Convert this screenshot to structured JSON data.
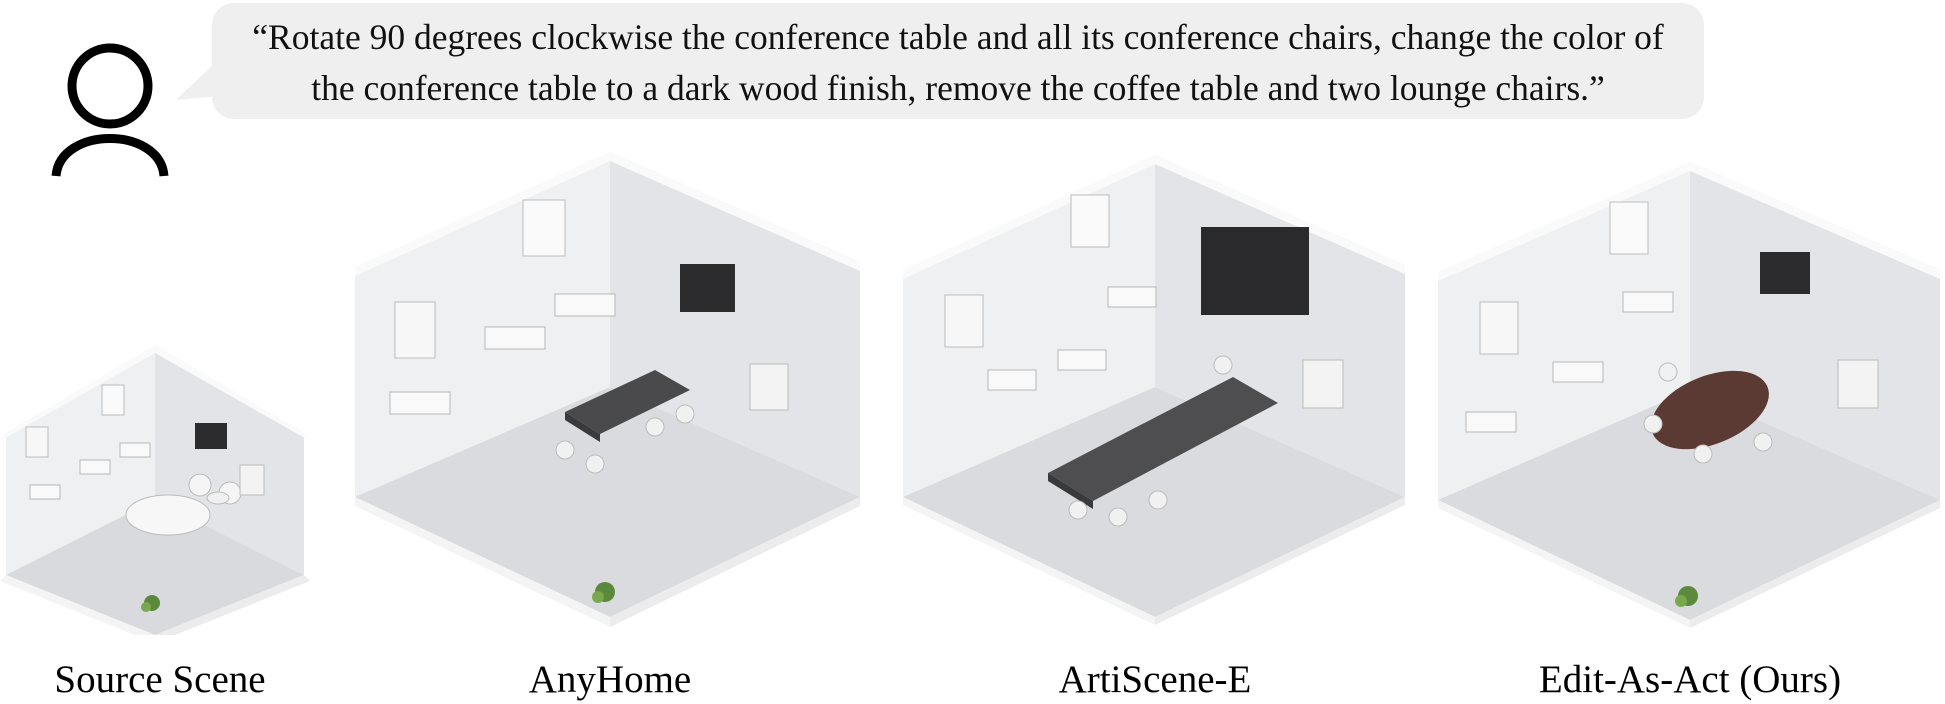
{
  "instruction": {
    "line1": "“Rotate 90 degrees clockwise the conference table and all its conference chairs, change the color of",
    "line2": "the conference table to a dark wood finish, remove the coffee table and two lounge chairs.”"
  },
  "captions": {
    "source": "Source Scene",
    "anyhome": "AnyHome",
    "artiscene": "ArtiScene-E",
    "ours": "Edit-As-Act (Ours)"
  },
  "colors": {
    "bubble": "#efefef",
    "wall": "#f2f2f4",
    "wall_side": "#e4e5e8",
    "floor": "#d9dbdf",
    "dark_table": "#4a4a4c",
    "wood_table": "#5a3a32",
    "white_table": "#f7f7f7",
    "plant": "#5c8a3c"
  },
  "icons": [
    "user-icon",
    "plant-icon"
  ]
}
